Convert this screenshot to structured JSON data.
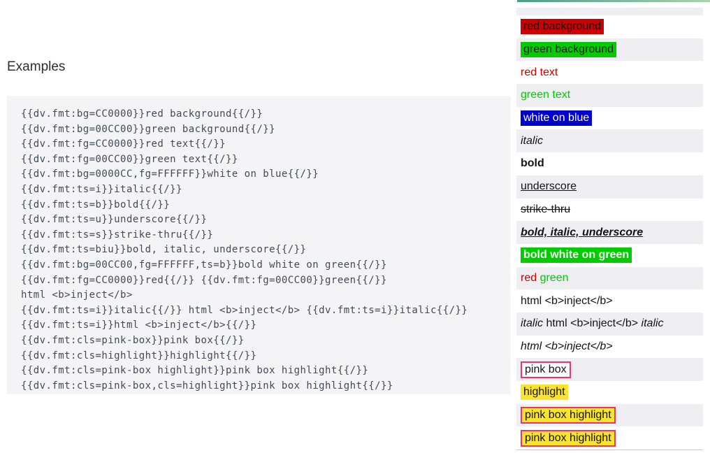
{
  "left": {
    "heading": "Examples",
    "code_lines": [
      "{{dv.fmt:bg=CC0000}}red background{{/}}",
      "{{dv.fmt:bg=00CC00}}green background{{/}}",
      "{{dv.fmt:fg=CC0000}}red text{{/}}",
      "{{dv.fmt:fg=00CC00}}green text{{/}}",
      "{{dv.fmt:bg=0000CC,fg=FFFFFF}}white on blue{{/}}",
      "{{dv.fmt:ts=i}}italic{{/}}",
      "{{dv.fmt:ts=b}}bold{{/}}",
      "{{dv.fmt:ts=u}}underscore{{/}}",
      "{{dv.fmt:ts=s}}strike-thru{{/}}",
      "{{dv.fmt:ts=biu}}bold, italic, underscore{{/}}",
      "{{dv.fmt:bg=00CC00,fg=FFFFFF,ts=b}}bold white on green{{/}}",
      "{{dv.fmt:fg=CC0000}}red{{/}} {{dv.fmt:fg=00CC00}}green{{/}}",
      "html <b>inject</b>",
      "{{dv.fmt:ts=i}}italic{{/}} html <b>inject</b> {{dv.fmt:ts=i}}italic{{/}}",
      "{{dv.fmt:ts=i}}html <b>inject</b>{{/}}",
      "{{dv.fmt:cls=pink-box}}pink box{{/}}",
      "{{dv.fmt:cls=highlight}}highlight{{/}}",
      "{{dv.fmt:cls=pink-box highlight}}pink box highlight{{/}}",
      "{{dv.fmt:cls=pink-box,cls=highlight}}pink box highlight{{/}}"
    ]
  },
  "preview": {
    "rows": [
      {
        "segments": []
      },
      {
        "segments": [
          {
            "text": "red background",
            "cls": "chip bg-red"
          }
        ]
      },
      {
        "segments": [
          {
            "text": "green background",
            "cls": "chip bg-green"
          }
        ]
      },
      {
        "segments": [
          {
            "text": "red text",
            "cls": "fg-red"
          }
        ]
      },
      {
        "segments": [
          {
            "text": "green text",
            "cls": "fg-green"
          }
        ]
      },
      {
        "segments": [
          {
            "text": "white on blue",
            "cls": "chip bg-blue fg-white"
          }
        ]
      },
      {
        "segments": [
          {
            "text": "italic",
            "cls": "it"
          }
        ]
      },
      {
        "segments": [
          {
            "text": "bold",
            "cls": "bo"
          }
        ]
      },
      {
        "segments": [
          {
            "text": "underscore",
            "cls": "un"
          }
        ]
      },
      {
        "segments": [
          {
            "text": "strike-thru",
            "cls": "st"
          }
        ]
      },
      {
        "segments": [
          {
            "text": "bold, italic, underscore",
            "cls": "bo it un"
          }
        ]
      },
      {
        "segments": [
          {
            "text": "bold white on green",
            "cls": "chip bg-green fg-white bo"
          }
        ]
      },
      {
        "segments": [
          {
            "text": "red",
            "cls": "fg-red"
          },
          {
            "text": " ",
            "cls": ""
          },
          {
            "text": "green",
            "cls": "fg-green"
          }
        ]
      },
      {
        "segments": [
          {
            "text": "html <b>inject</b>",
            "cls": ""
          }
        ]
      },
      {
        "segments": [
          {
            "text": "italic",
            "cls": "it"
          },
          {
            "text": " html <b>inject</b> ",
            "cls": ""
          },
          {
            "text": "italic",
            "cls": "it"
          }
        ]
      },
      {
        "segments": [
          {
            "text": "html <b>inject</b>",
            "cls": "it"
          }
        ]
      },
      {
        "segments": [
          {
            "text": "pink box",
            "cls": "chip pink-box"
          }
        ]
      },
      {
        "segments": [
          {
            "text": "highlight",
            "cls": "chip highlight"
          }
        ]
      },
      {
        "segments": [
          {
            "text": "pink box highlight",
            "cls": "chip pink-box highlight"
          }
        ]
      },
      {
        "segments": [
          {
            "text": "pink box highlight",
            "cls": "chip pink-box highlight"
          }
        ]
      }
    ]
  },
  "colors": {
    "red": "#CC0000",
    "green": "#00CC00",
    "blue": "#0000CC",
    "pink_border": "#E8356D",
    "highlight_yellow": "#F9E32D",
    "row_stripe": "#EFEFF3",
    "code_background": "#F4F4F6",
    "code_text": "#414A55",
    "accent_gradient_start": "#4D9B89",
    "accent_gradient_end": "#A9D3AC"
  }
}
